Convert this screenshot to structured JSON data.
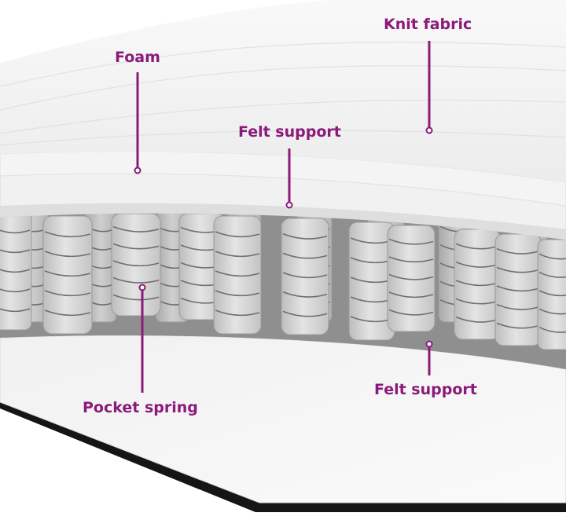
{
  "colors": {
    "callout": "#8b1a7a",
    "background": "#ffffff",
    "base_edge": "#151515",
    "spring_fill": "#dcdcdc",
    "spring_line": "#6f6f6f"
  },
  "labels": {
    "knit_fabric": "Knit fabric",
    "foam": "Foam",
    "felt_support_top": "Felt support",
    "pocket_spring": "Pocket spring",
    "felt_support_bottom": "Felt support"
  }
}
